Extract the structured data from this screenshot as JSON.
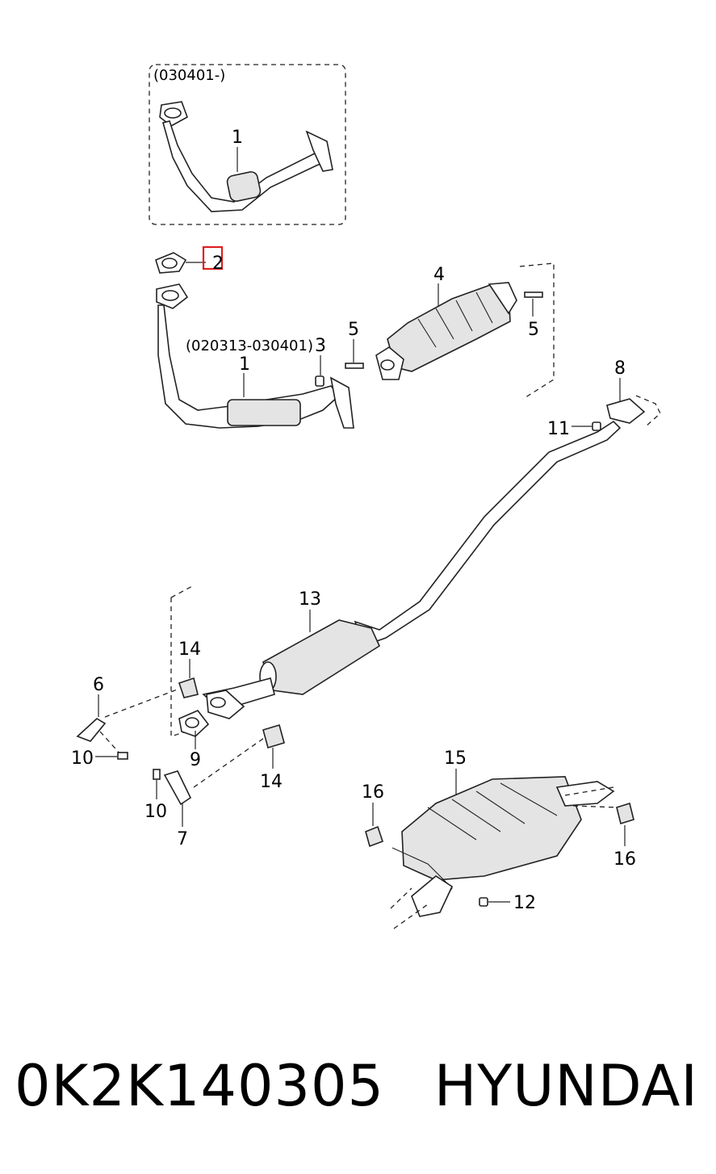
{
  "diagram": {
    "variant_labels": {
      "top": "(030401-)",
      "middle": "(020313-030401)"
    },
    "callouts": {
      "c1a": "1",
      "c1b": "1",
      "c2": "2",
      "c3": "3",
      "c4": "4",
      "c5a": "5",
      "c5b": "5",
      "c6": "6",
      "c7": "7",
      "c8": "8",
      "c9": "9",
      "c10a": "10",
      "c10b": "10",
      "c11": "11",
      "c12": "12",
      "c13": "13",
      "c14a": "14",
      "c14b": "14",
      "c15": "15",
      "c16a": "16",
      "c16b": "16"
    },
    "highlight_color": "#e02020"
  },
  "footer": {
    "part_number": "0K2K140305",
    "brand": "HYUNDAI"
  }
}
